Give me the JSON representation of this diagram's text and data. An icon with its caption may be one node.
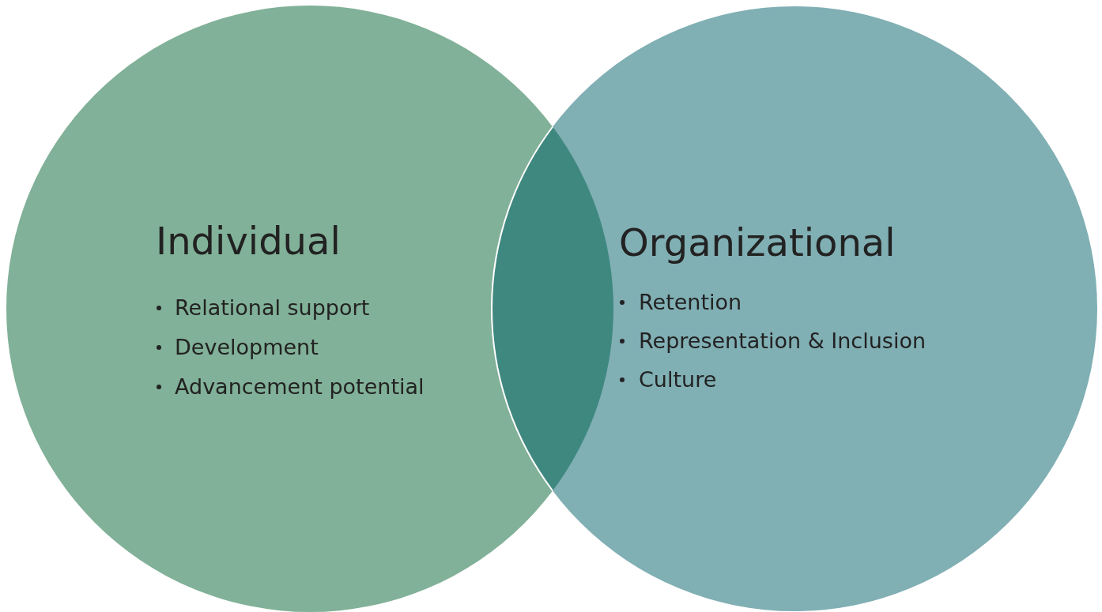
{
  "diagram": {
    "nodes": [
      {
        "text": [
          "Individual",
          "Relational support",
          "Development",
          "Advancement potential"
        ]
      },
      {
        "text": [
          "Organizational",
          "Retention",
          "Representation & Inclusion",
          "Culture"
        ]
      }
    ]
  }
}
